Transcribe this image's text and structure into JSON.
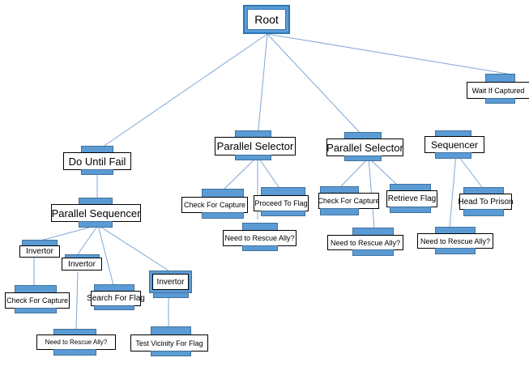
{
  "diagram": {
    "line_color": "#7fa7d6",
    "tab_color": "#5b9bd5",
    "nodes": {
      "root": "Root",
      "wait_if_captured": "Wait If Captured",
      "do_until_fail": "Do Until Fail",
      "parallel_sequencer": "Parallel Sequencer",
      "invertor_1": "Invertor",
      "invertor_2": "Invertor",
      "invertor_3": "Invertor",
      "check_capture_1": "Check For Capture",
      "search_flag": "Search For Flag",
      "need_rescue_1": "Need to Rescue Ally?",
      "test_vicinity": "Test Vicinity For Flag",
      "parallel_selector_1": "Parallel Selector",
      "check_capture_2": "Check For Capture",
      "proceed_flag": "Proceed To Flag",
      "need_rescue_2": "Need to Rescue Ally?",
      "parallel_selector_2": "Parallel Selector",
      "check_capture_3": "Check For Capture",
      "retrieve_flag": "Retrieve Flag",
      "need_rescue_3": "Need to Rescue Ally?",
      "sequencer": "Sequencer",
      "head_prison": "Head To Prison",
      "need_rescue_4": "Need to Rescue Ally?"
    }
  }
}
